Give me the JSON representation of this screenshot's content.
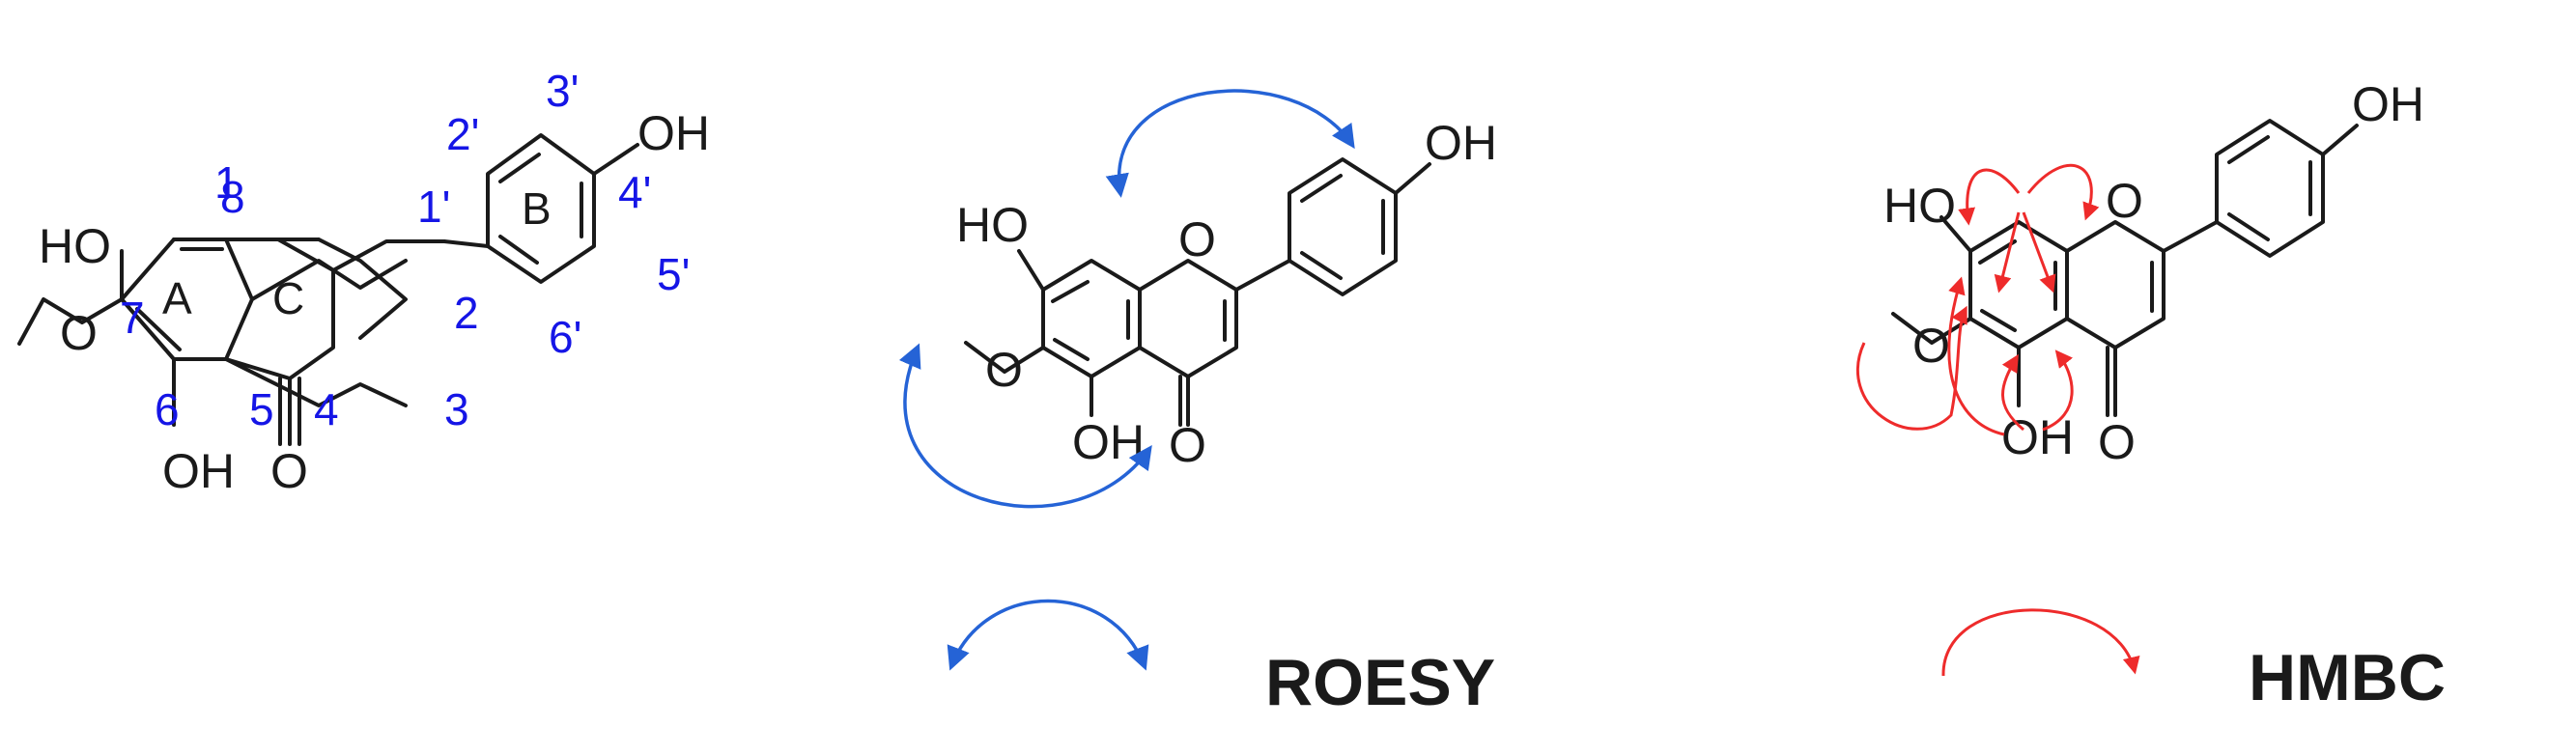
{
  "structure_1": {
    "ho_7": "HO",
    "oh_5": "OH",
    "oh_4p": "OH",
    "o_ring": "",
    "o_keto": "O",
    "o_methoxy": "O",
    "ring_a": "A",
    "ring_b": "B",
    "ring_c": "C",
    "numbers": {
      "n1": "1",
      "n2": "2",
      "n3": "3",
      "n4": "4",
      "n5": "5",
      "n6": "6",
      "n7": "7",
      "n8": "8",
      "n1p": "1'",
      "n2p": "2'",
      "n3p": "3'",
      "n4p": "4'",
      "n5p": "5'",
      "n6p": "6'"
    }
  },
  "structure_2": {
    "ho": "HO",
    "oh5": "OH",
    "oh4p": "OH",
    "o_ring": "O",
    "o_keto": "O",
    "o_me": "O"
  },
  "structure_3": {
    "ho": "HO",
    "oh5": "OH",
    "oh4p": "OH",
    "o_ring": "O",
    "o_keto": "O",
    "o_me": "O"
  },
  "legend": {
    "roesy": "ROESY",
    "hmbc": "HMBC"
  },
  "colors": {
    "roesy": "#2563d6",
    "hmbc": "#ee2b2b",
    "numbering": "#1515e6",
    "ink": "#1a1a1a"
  }
}
